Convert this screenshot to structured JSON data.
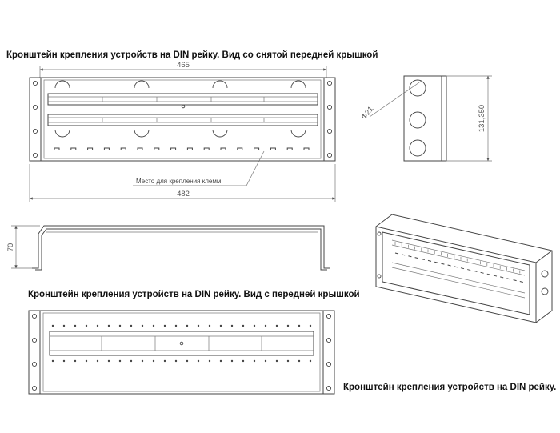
{
  "captions": {
    "front_view_open": "Кронштейн крепления устройств на DIN рейку. Вид со снятой передней крышкой",
    "front_view_closed": "Кронштейн крепления устройств на DIN рейку. Вид с передней крышкой",
    "isometric_view": "Кронштейн крепления устройств на DIN рейку."
  },
  "dimensions": {
    "inner_width": "465",
    "outer_width": "482",
    "side_height": "131,350",
    "hole_diameter": "Ф21",
    "depth": "70"
  },
  "annotations": {
    "terminal_area": "Место для крепления клемм"
  }
}
